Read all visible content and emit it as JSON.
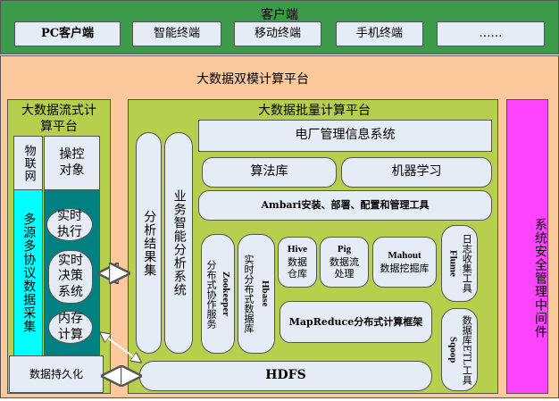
{
  "client": {
    "title": "客户端",
    "items": [
      "PC客户端",
      "智能终端",
      "移动终端",
      "手机终端",
      "……"
    ]
  },
  "platform": {
    "title": "大数据双模计算平台"
  },
  "stream": {
    "title_line1": "大数据流式计",
    "title_line2": "算平台",
    "iot": "物联网",
    "control": "操控对象",
    "collect": "多源多协议数据采集",
    "exec": [
      "实时",
      "执行"
    ],
    "decision": [
      "实时",
      "决策",
      "系统"
    ],
    "memory": [
      "内存",
      "计算"
    ],
    "persist": "数据持久化"
  },
  "batch": {
    "title": "大数据批量计算平台",
    "mis": "电厂管理信息系统",
    "result": "分析结果集",
    "bi": "业务智能分析系统",
    "algo": "算法库",
    "ml": "机器学习",
    "ambari": "Ambari安装、部署、配置和管理工具",
    "zk_en": "Zookeeper",
    "zk_cn": "分布式协作服务",
    "hbase_en": "Hbase",
    "hbase_cn": "实时分布式数据库",
    "hive_en": "Hive",
    "hive_cn1": "数据",
    "hive_cn2": "仓库",
    "pig_en": "Pig",
    "pig_cn1": "数据流",
    "pig_cn2": "处理",
    "mahout_en": "Mahout",
    "mahout_cn": "数据挖掘库",
    "flume_en": "Flume",
    "flume_cn": "日志收集工具",
    "mapreduce": "MapReduce分布式计算框架",
    "sqoop_en": "Sqoop",
    "sqoop_cn": "数据库ETL工具",
    "hdfs": "HDFS"
  },
  "security": {
    "title": "系统安全管理中间件"
  },
  "colors": {
    "client_band": "#3c9a4a",
    "platform_bg": "#fcc99c",
    "panel": "#b6cf4c",
    "box": "#e6ecf5",
    "cyan": "#00ffff",
    "teal": "#008080",
    "magenta": "#ff44ff"
  }
}
